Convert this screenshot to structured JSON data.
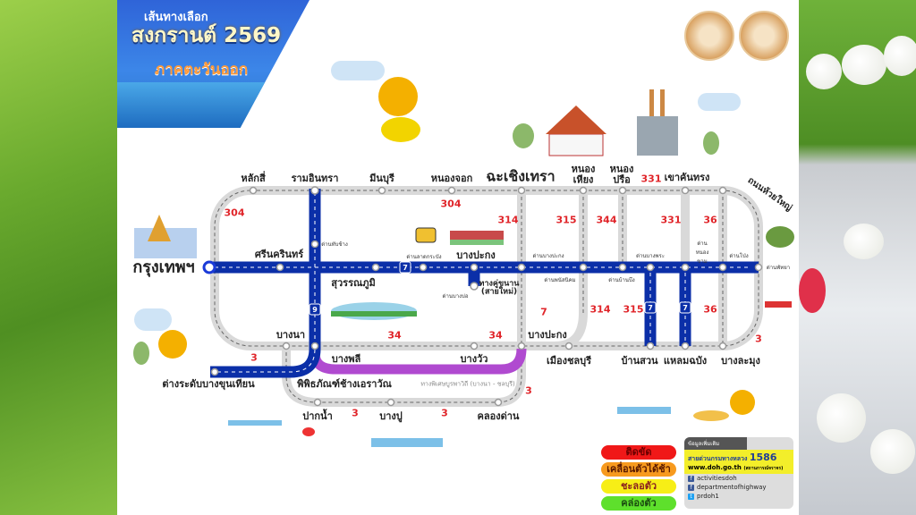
{
  "banner": {
    "subtitle": "เส้นทางเลือก",
    "title": "สงกรานต์ 2569",
    "region": "ภาคตะวันออก"
  },
  "places": [
    "หลักสี่",
    "รามอินทรา",
    "มีนบุรี",
    "หนองจอก",
    "ฉะเชิงเทรา",
    "หนอง\nเหียง",
    "หนอง\nปรือ",
    "เขาคันทรง",
    "ถนนห้วยใหญ่",
    "กรุงเทพฯ",
    "ศรีนครินทร์",
    "สุวรรณภูมิ",
    "บางปะกง",
    "ทางคู่ขนาน\n(สายใหม่)",
    "บางนา",
    "บางพลี",
    "บางวัว",
    "บางปะกง",
    "เมืองชลบุรี",
    "บ้านสวน",
    "แหลมฉบัง",
    "บางละมุง",
    "ต่างระดับบางขุนเทียน",
    "พิพิธภัณฑ์ช้างเอราวัณ",
    "ทางพิเศษบูรพาวิถี (บางนา - ชลบุรี)",
    "ปากน้ำ",
    "บางปู",
    "คลองด่าน"
  ],
  "routes": [
    "304",
    "304",
    "314",
    "315",
    "344",
    "331",
    "331",
    "36",
    "7",
    "314",
    "315",
    "36",
    "3",
    "3",
    "34",
    "34",
    "3",
    "3",
    "3"
  ],
  "tolls": [
    "ด่านทับช้าง",
    "ด่านลาดกระบัง",
    "ด่านบางบ่อ",
    "ด่านบางปะกง",
    "ด่านพนัสนิคม",
    "ด่านบางพระ",
    "ด่านบ้านบึง",
    "ด่านหนองขาม",
    "ด่านโป่ง",
    "ด่านพัทยา"
  ],
  "motorway_badges": [
    "7",
    "9"
  ],
  "colors": {
    "motorway": "#0b2fa8",
    "expressway": "#b04ad0",
    "road": "#d9d9d9"
  },
  "legend": [
    {
      "label": "ติดขัด",
      "color": "#f01818"
    },
    {
      "label": "เคลื่อนตัวได้ช้า",
      "color": "#f79a1e"
    },
    {
      "label": "ชะลอตัว",
      "color": "#f7ee16"
    },
    {
      "label": "คล่องตัว",
      "color": "#5ee02c"
    }
  ],
  "info": {
    "header": "ข้อมูลเพิ่มเติม",
    "hotline_label": "สายด่วนกรมทางหลวง",
    "hotline": "1586",
    "website": "www.doh.go.th",
    "website_note": "(สถานการณ์จราจร)",
    "facebook1": "activitiesdoh",
    "facebook2": "departmentofhighway",
    "twitter": "prdoh1"
  }
}
